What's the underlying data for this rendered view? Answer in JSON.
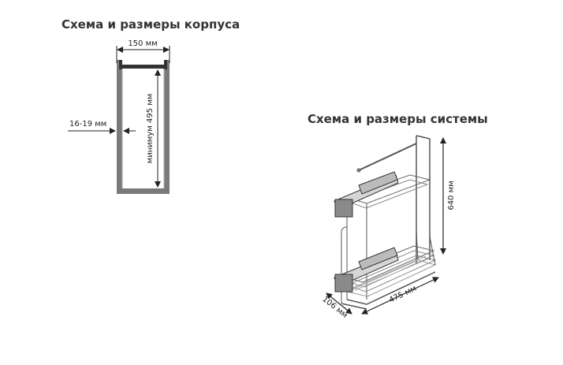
{
  "cabinet": {
    "title": "Схема и размеры корпуса",
    "width_label": "150 мм",
    "height_label": "минимум 495 мм",
    "wall_label": "16-19 мм"
  },
  "system": {
    "title": "Схема и размеры системы",
    "height_label": "640 мм",
    "depth_label": "475 мм",
    "width_label": "106 мм"
  }
}
